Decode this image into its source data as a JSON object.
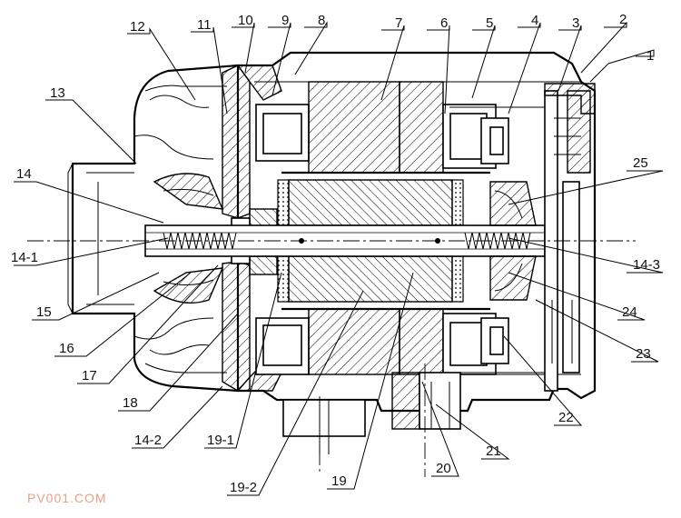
{
  "part_labels": [
    "1",
    "2",
    "3",
    "4",
    "5",
    "6",
    "7",
    "8",
    "9",
    "10",
    "11",
    "12",
    "13",
    "14",
    "14-1",
    "14-2",
    "14-3",
    "15",
    "16",
    "17",
    "18",
    "19",
    "19-1",
    "19-2",
    "20",
    "21",
    "22",
    "23",
    "24",
    "25"
  ],
  "watermark": "PV001.COM",
  "colors": {
    "line": "#000000",
    "background": "#ffffff",
    "watermark": "#e8a089"
  }
}
